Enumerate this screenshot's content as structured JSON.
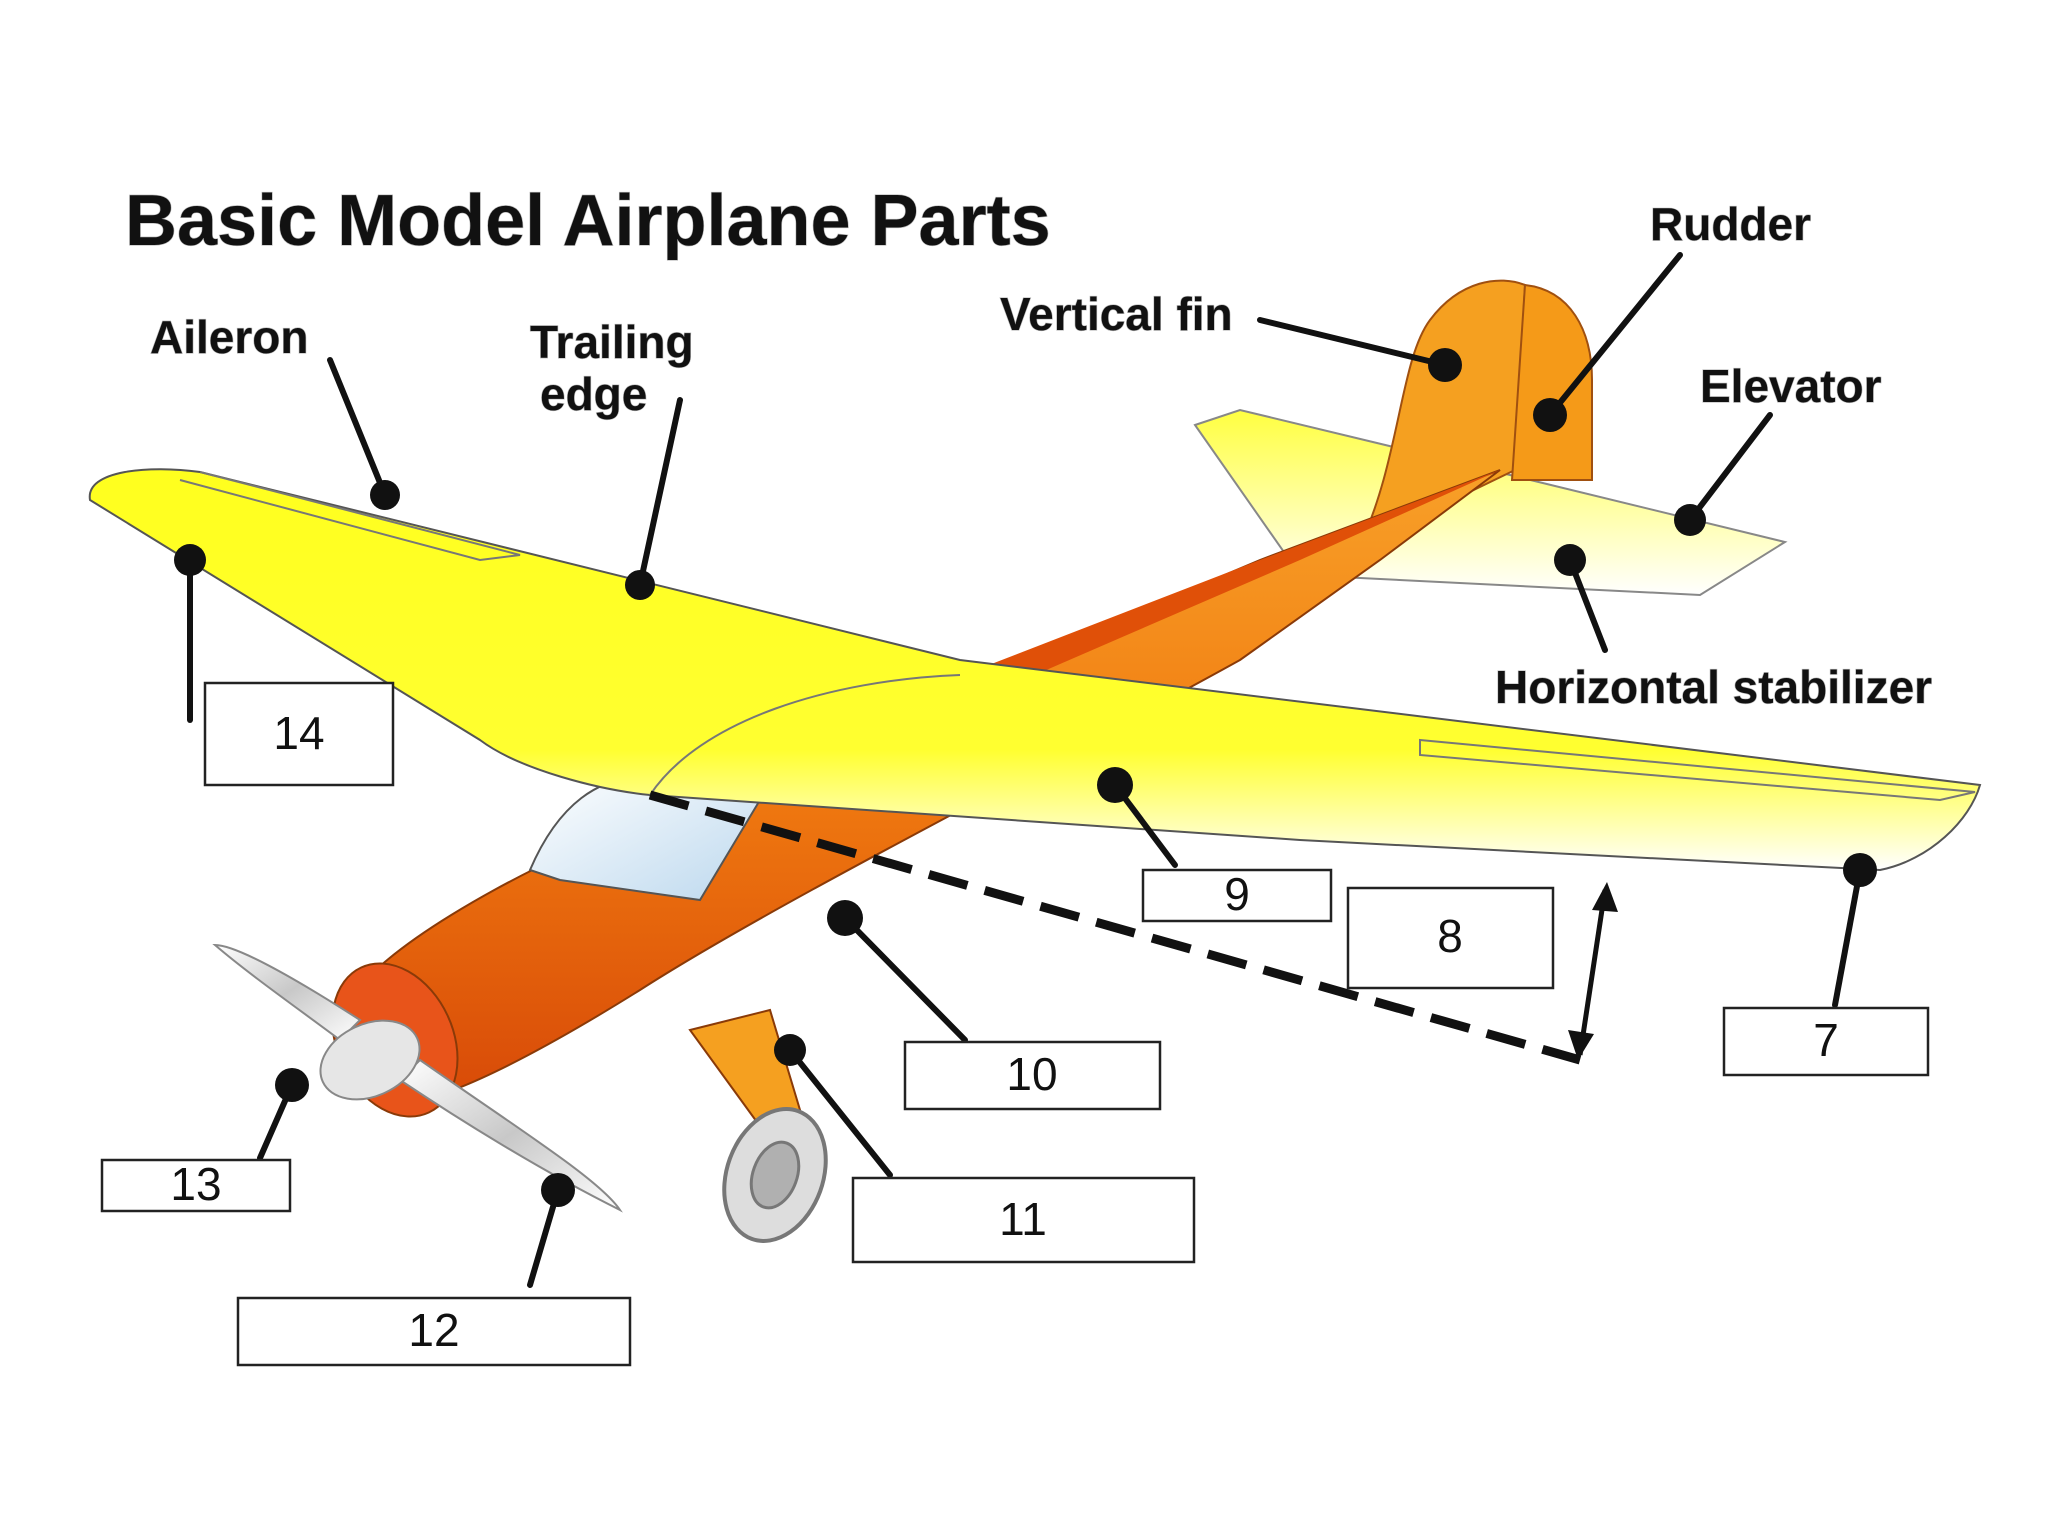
{
  "title": "Basic Model Airplane Parts",
  "labels": {
    "aileron": "Aileron",
    "trailing_edge_1": "Trailing",
    "trailing_edge_2": "edge",
    "vertical_fin": "Vertical fin",
    "rudder": "Rudder",
    "elevator": "Elevator",
    "horizontal_stabilizer": "Horizontal stabilizer"
  },
  "answer_boxes": {
    "b7": "7",
    "b8": "8",
    "b9": "9",
    "b10": "10",
    "b11": "11",
    "b12": "12",
    "b13": "13",
    "b14": "14"
  },
  "colors": {
    "wing": "#ffff1e",
    "wing_highlight": "#ffffff",
    "fuselage": "#f07a10",
    "fuselage_dark": "#d84a08",
    "tail": "#f5a020",
    "leader": "#111111"
  }
}
